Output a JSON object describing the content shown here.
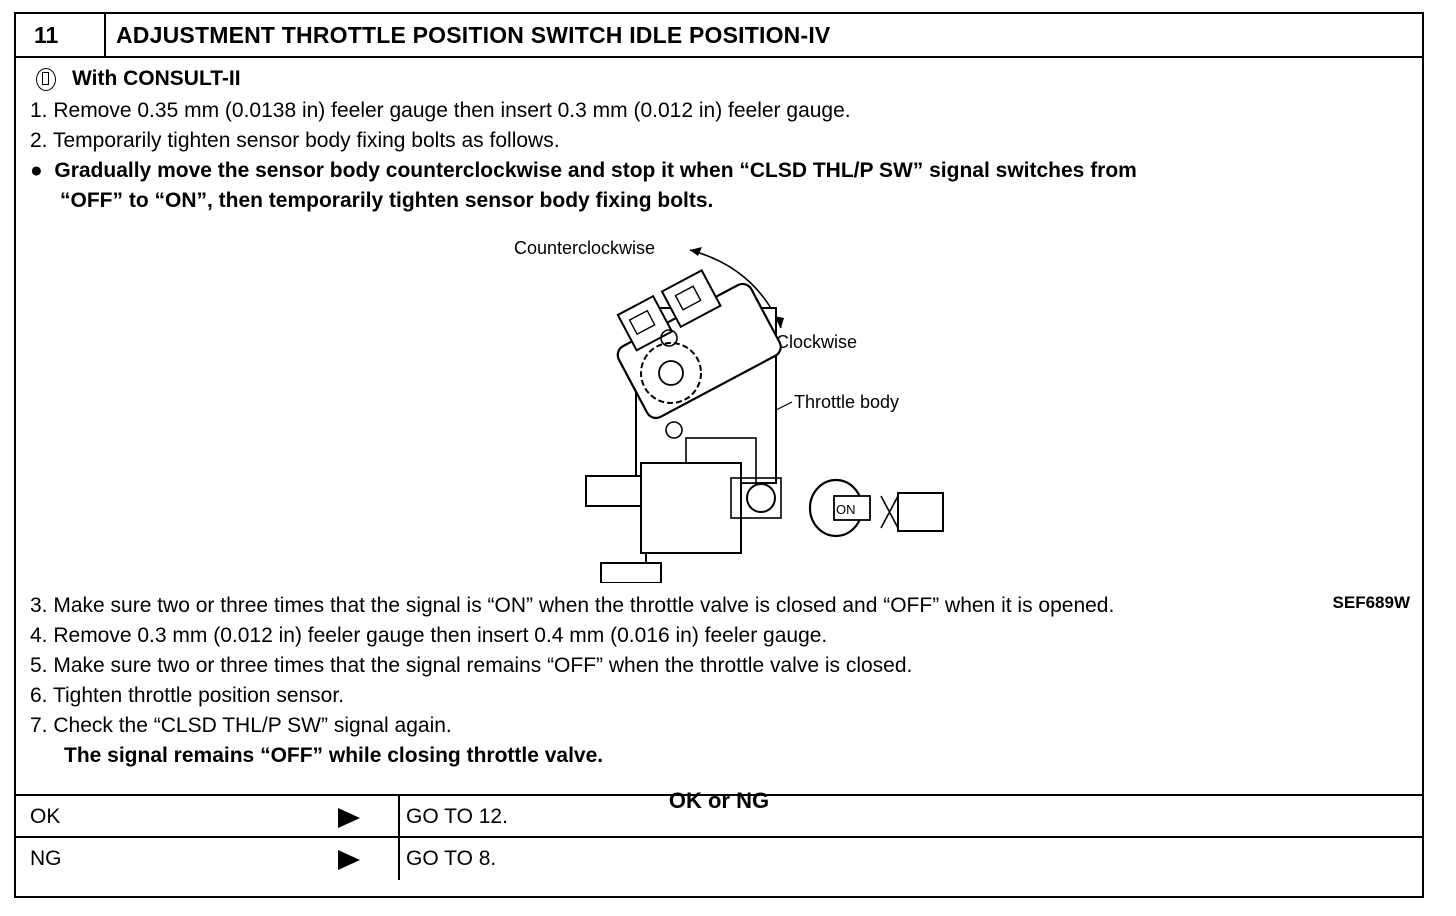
{
  "header": {
    "step": "11",
    "title": "ADJUSTMENT THROTTLE POSITION SWITCH IDLE POSITION-IV"
  },
  "consult": {
    "label": "With CONSULT-II",
    "icon": "consult-icon"
  },
  "steps": [
    "1.  Remove 0.35 mm (0.0138 in) feeler gauge then insert 0.3 mm (0.012 in) feeler gauge.",
    "2.  Temporarily tighten sensor body fixing bolts as follows."
  ],
  "bullet": {
    "line1": "Gradually move the sensor body counterclockwise and stop it when “CLSD THL/P SW” signal switches from",
    "line2": "“OFF” to “ON”, then temporarily tighten sensor body fixing bolts."
  },
  "figure": {
    "label_ccw": "Counterclockwise",
    "label_cw": "Clockwise",
    "label_body": "Throttle  body",
    "key_label": "ON",
    "ref": "SEF689W"
  },
  "steps2": [
    "3.  Make sure two or three times that the signal is “ON” when the throttle valve is closed and “OFF” when it is opened.",
    "4.  Remove 0.3 mm (0.012 in) feeler gauge then insert 0.4 mm (0.016 in) feeler gauge.",
    "5.  Make sure two or three times that the signal remains “OFF” when the throttle valve is closed.",
    "6.  Tighten throttle position sensor.",
    "7.  Check the “CLSD THL/P SW” signal again."
  ],
  "step7_bold": "The signal remains “OFF” while closing throttle valve.",
  "question": "OK or NG",
  "results": [
    {
      "result": "OK",
      "action": "GO TO 12."
    },
    {
      "result": "NG",
      "action": "GO TO 8."
    }
  ]
}
